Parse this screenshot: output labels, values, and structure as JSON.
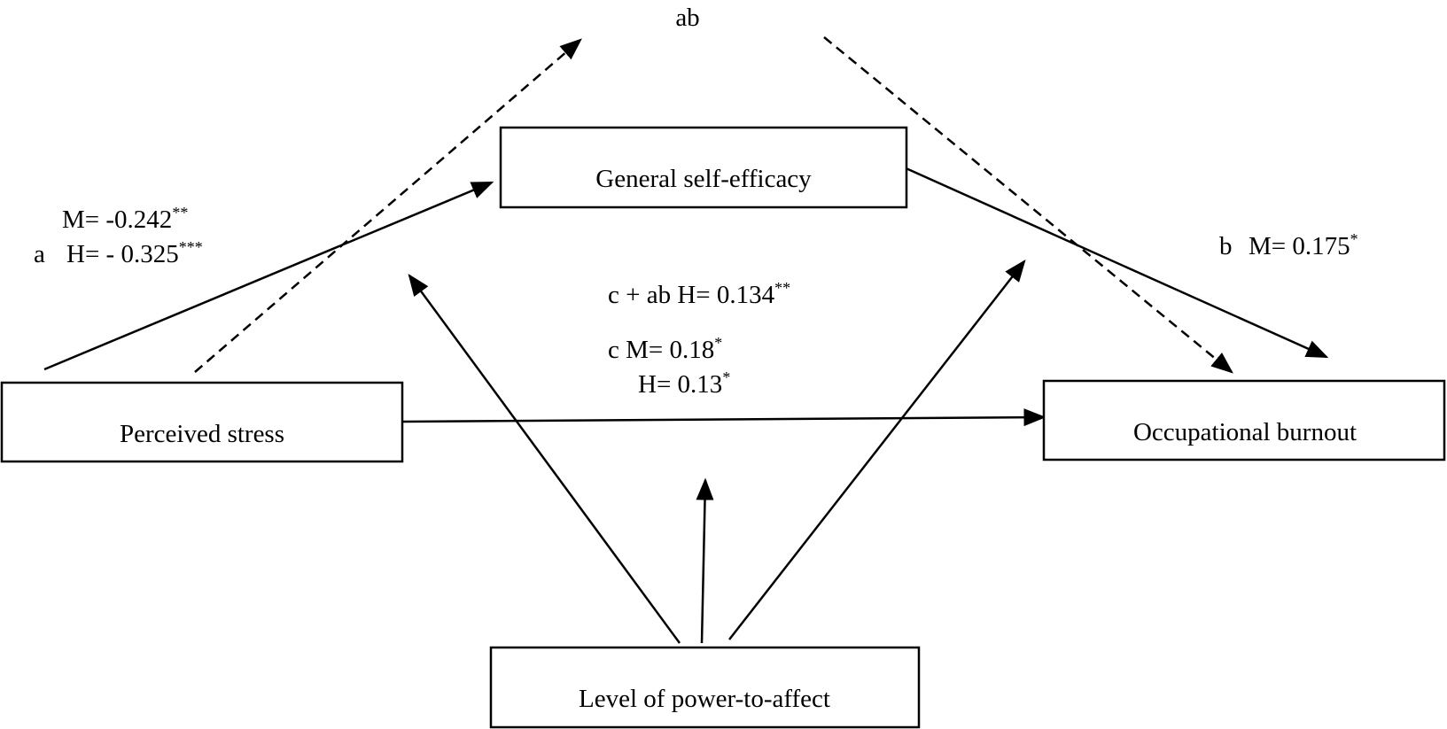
{
  "nodes": {
    "stress": "Perceived stress",
    "efficacy": "General self-efficacy",
    "burnout": "Occupational burnout",
    "power": "Level of power-to-affect"
  },
  "paths": {
    "ab": "ab",
    "a": {
      "m_text": "M= -0.242",
      "m_sig": "**",
      "letter": "a",
      "h_text": "H= - 0.325",
      "h_sig": "***"
    },
    "b": {
      "letter": "b",
      "m_text": "M= 0.175",
      "m_sig": "*"
    },
    "c_plus_ab": {
      "text": "c + ab  H= 0.134",
      "sig": "**"
    },
    "c": {
      "m_text": "c  M= 0.18",
      "m_sig": "*",
      "h_text": "H= 0.13",
      "h_sig": "*"
    }
  }
}
